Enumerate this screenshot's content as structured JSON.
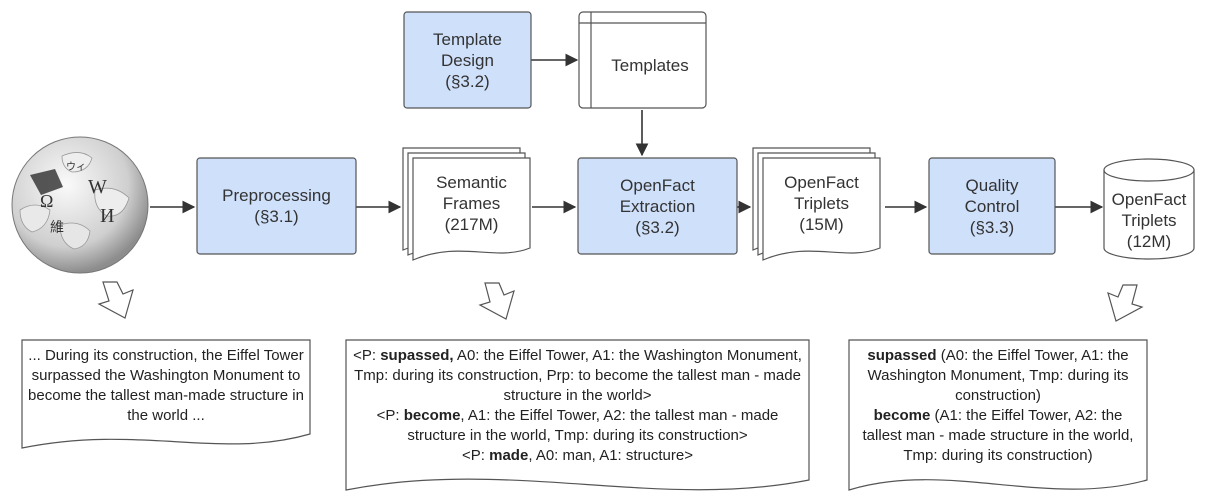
{
  "colors": {
    "process_fill": "#cfe0fb",
    "stroke": "#555555"
  },
  "nodes": {
    "template_design": "Template\nDesign\n(§3.2)",
    "templates": "Templates",
    "preprocessing": "Preprocessing\n(§3.1)",
    "semantic_frames": "Semantic\nFrames\n(217M)",
    "openfact_extraction": "OpenFact\nExtraction\n(§3.2)",
    "openfact_triplets_15m": "OpenFact\nTriplets\n(15M)",
    "quality_control": "Quality\nControl\n(§3.3)",
    "openfact_triplets_12m": "OpenFact\nTriplets\n(12M)"
  },
  "wiki_globe": {
    "glyphs": [
      "W",
      "Ω",
      "И",
      "維",
      "ウィ"
    ]
  },
  "notes": {
    "source_text": "... During its construction, the Eiffel Tower surpassed the Washington Monument to become the tallest man-made structure in the world ...",
    "frames": [
      {
        "open": "<P: ",
        "pred": "supassed,",
        "rest": " A0: the Eiffel Tower, A1: the Washington Monument, Tmp: during its construction, Prp: to become the tallest man - made structure in the world>"
      },
      {
        "open": "<P: ",
        "pred": "become",
        "rest": ", A1: the Eiffel Tower, A2: the tallest man - made structure in the world, Tmp: during its construction>"
      },
      {
        "open": "<P: ",
        "pred": "made",
        "rest": ", A0: man, A1: structure>"
      }
    ],
    "triplets": [
      {
        "pred": "supassed",
        "rest": " (A0: the Eiffel Tower, A1: the Washington Monument, Tmp: during its construction)"
      },
      {
        "pred": "become",
        "rest": " (A1: the Eiffel Tower, A2: the tallest man - made structure in the world, Tmp: during its construction)"
      }
    ]
  }
}
